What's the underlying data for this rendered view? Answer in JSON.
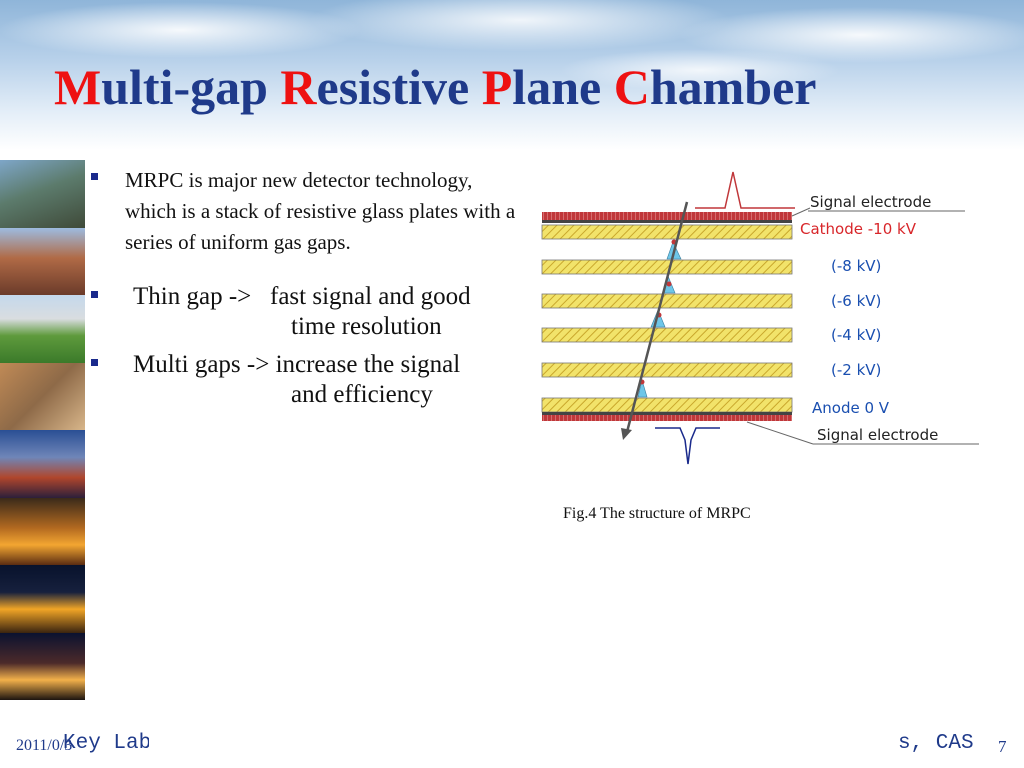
{
  "title": {
    "part1_cap": "M",
    "part1_rest": "ulti-gap ",
    "part2_cap": "R",
    "part2_rest": "esistive ",
    "part3_cap": "P",
    "part3_rest": "lane ",
    "part4_cap": "C",
    "part4_rest": "hamber"
  },
  "bullets": [
    {
      "text": "MRPC is major new detector technology, which is a stack of resistive glass plates with a series of uniform gas gaps."
    },
    {
      "line1": "Thin gap ->   fast signal and good",
      "line2": "time resolution"
    },
    {
      "line1": "Multi gaps -> increase the signal",
      "line2": "and efficiency"
    }
  ],
  "diagram": {
    "labels": {
      "signal_top": "Signal electrode",
      "cathode": "Cathode -10 kV",
      "gap1": "(-8 kV)",
      "gap2": "(-6 kV)",
      "gap3": "(-4 kV)",
      "gap4": "(-2 kV)",
      "anode": "Anode 0 V",
      "signal_bottom": "Signal electrode"
    },
    "colors": {
      "signal_electrode": "#c0373a",
      "glass_plate": "#f2e36a",
      "cathode_text": "#d8262a",
      "voltage_text": "#1a4fb0",
      "track": "#555555",
      "avalanche": "#6ec6e8",
      "pulse": "#c0373a"
    }
  },
  "caption": "Fig.4 The structure of MRPC",
  "footer": {
    "date": "2011/0/3",
    "lab": "Key Lab",
    "right": "s, CAS",
    "page": "7"
  }
}
